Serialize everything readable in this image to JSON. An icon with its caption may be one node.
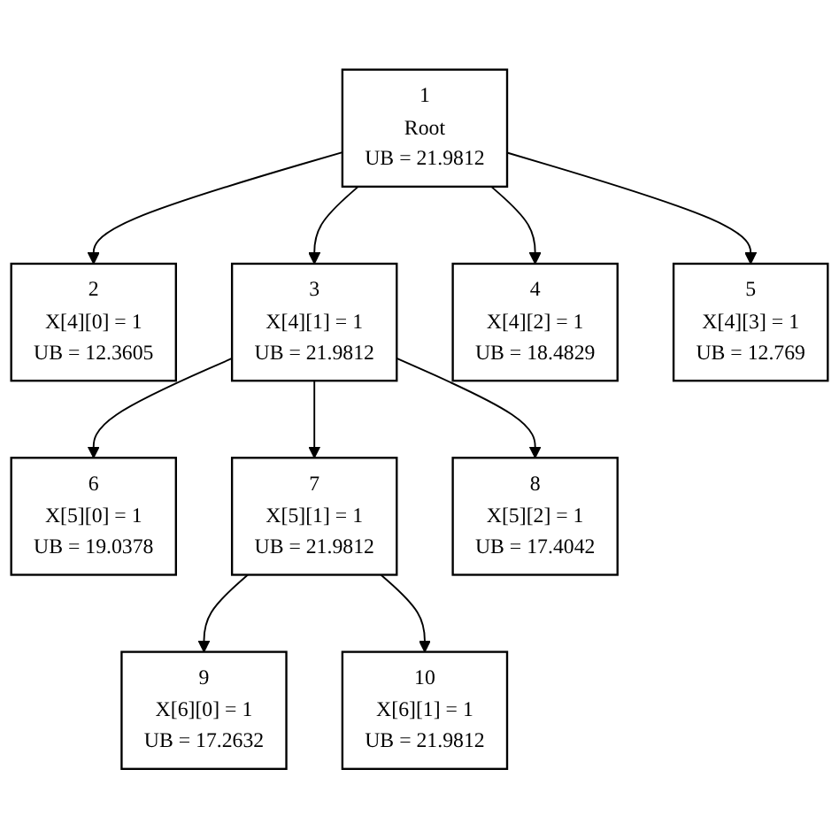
{
  "diagram": {
    "nodes": [
      {
        "text": [
          "1",
          "Root",
          "UB = 21.9812"
        ]
      },
      {
        "text": [
          "2",
          "X[4][0] = 1",
          "UB = 12.3605"
        ]
      },
      {
        "text": [
          "3",
          "X[4][1] = 1",
          "UB = 21.9812"
        ]
      },
      {
        "text": [
          "4",
          "X[4][2] = 1",
          "UB = 18.4829"
        ]
      },
      {
        "text": [
          "5",
          "X[4][3] = 1",
          "UB = 12.769"
        ]
      },
      {
        "text": [
          "6",
          "X[5][0] = 1",
          "UB = 19.0378"
        ]
      },
      {
        "text": [
          "7",
          "X[5][1] = 1",
          "UB = 21.9812"
        ]
      },
      {
        "text": [
          "8",
          "X[5][2] = 1",
          "UB = 17.4042"
        ]
      },
      {
        "text": [
          "9",
          "X[6][0] = 1",
          "UB = 17.2632"
        ]
      },
      {
        "text": [
          "10",
          "X[6][1] = 1",
          "UB = 21.9812"
        ]
      }
    ],
    "edges": [
      {
        "from": 0,
        "to": 1,
        "arrow": "to"
      },
      {
        "from": 0,
        "to": 2,
        "arrow": "to"
      },
      {
        "from": 0,
        "to": 3,
        "arrow": "to"
      },
      {
        "from": 0,
        "to": 4,
        "arrow": "to"
      },
      {
        "from": 2,
        "to": 5,
        "arrow": "to"
      },
      {
        "from": 2,
        "to": 6,
        "arrow": "to"
      },
      {
        "from": 2,
        "to": 7,
        "arrow": "to"
      },
      {
        "from": 6,
        "to": 8,
        "arrow": "to"
      },
      {
        "from": 6,
        "to": 9,
        "arrow": "to"
      }
    ]
  }
}
